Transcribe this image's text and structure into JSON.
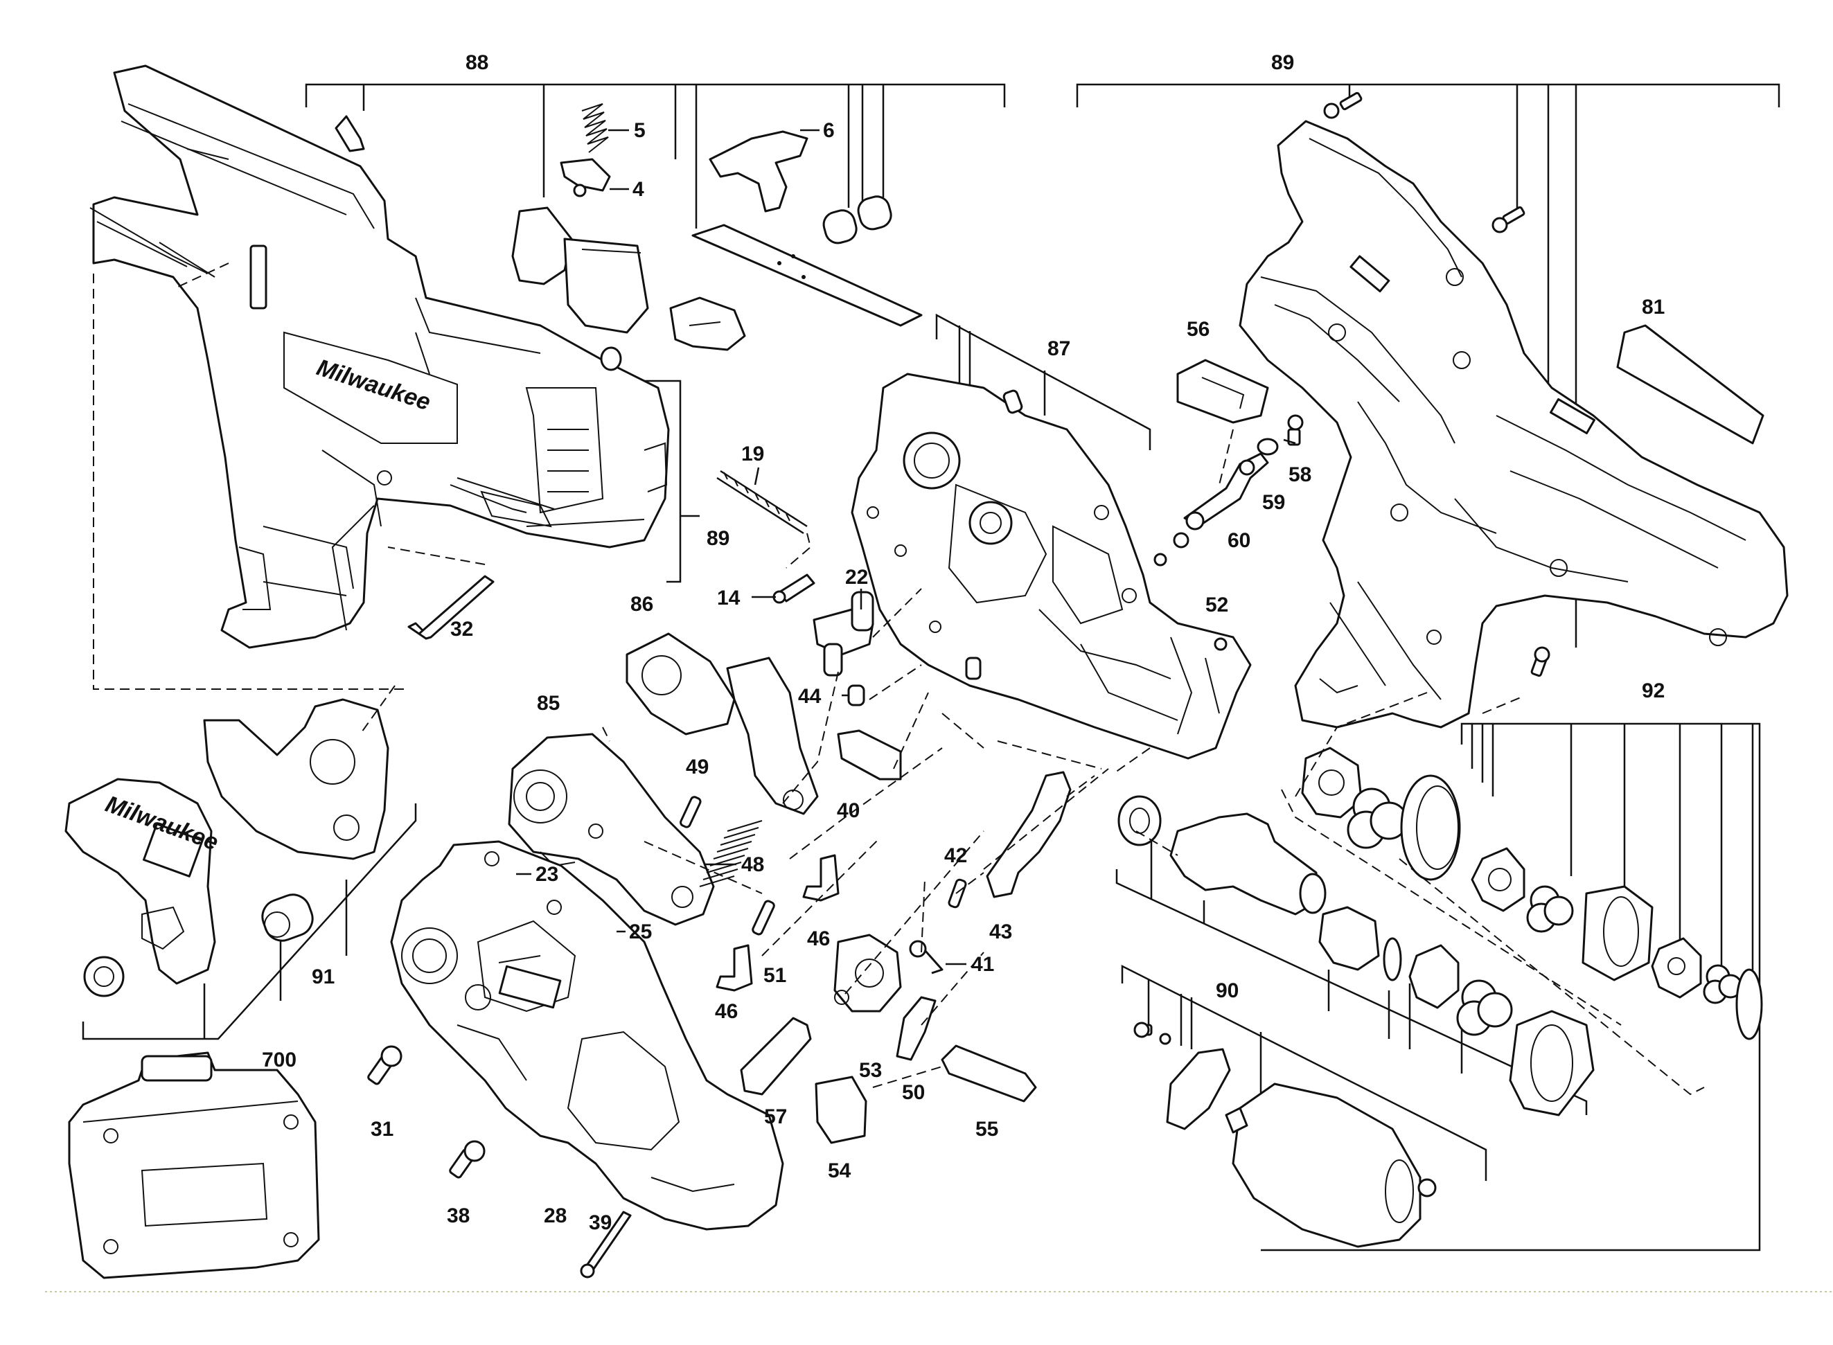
{
  "diagram": {
    "brand_mark": "Milwaukee",
    "callouts": {
      "c88": "88",
      "c89a": "89",
      "c89b": "89",
      "c87": "87",
      "c92": "92",
      "c90": "90",
      "c91": "91",
      "c5": "5",
      "c4": "4",
      "c6": "6",
      "c19": "19",
      "c14": "14",
      "c22": "22",
      "c32": "32",
      "c86": "86",
      "c85": "85",
      "c44": "44",
      "c49": "49",
      "c40": "40",
      "c48": "48",
      "c23": "23",
      "c25": "25",
      "c46a": "46",
      "c46b": "46",
      "c51": "51",
      "c42": "42",
      "c43": "43",
      "c41": "41",
      "c53": "53",
      "c50": "50",
      "c55": "55",
      "c57": "57",
      "c54": "54",
      "c31": "31",
      "c38": "38",
      "c28": "28",
      "c39": "39",
      "c700": "700",
      "c56": "56",
      "c58": "58",
      "c59": "59",
      "c60": "60",
      "c52": "52",
      "c81": "81"
    }
  }
}
